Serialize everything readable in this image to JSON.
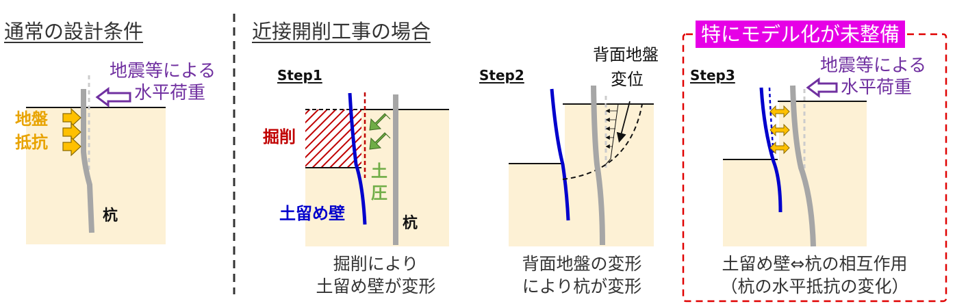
{
  "left_section": {
    "heading": "通常の設計条件",
    "load_label": [
      "地震等による",
      "水平荷重"
    ],
    "resistance_label": [
      "地盤",
      "抵抗"
    ],
    "pile_label": "杭"
  },
  "right_section": {
    "heading": "近接開削工事の場合",
    "highlight_badge": "特にモデル化が未整備",
    "step1": {
      "label": "Step1",
      "excavation_label": "掘削",
      "earth_pressure_label": [
        "土",
        "圧"
      ],
      "wall_label": "土留め壁",
      "pile_label": "杭",
      "caption": [
        "掘削により",
        "土留め壁が変形"
      ]
    },
    "step2": {
      "label": "Step2",
      "ground_disp_label": [
        "背面地盤",
        "変位"
      ],
      "caption": [
        "背面地盤の変形",
        "により杭が変形"
      ]
    },
    "step3": {
      "label": "Step3",
      "load_label": [
        "地震等による",
        "水平荷重"
      ],
      "caption": [
        "土留め壁⇔杭の相互作用",
        "（杭の水平抵抗の変化）"
      ]
    }
  },
  "colors": {
    "ground": "#FDF1D5",
    "pile": "#A6A6A6",
    "wall": "#0000CC",
    "excavation": "#C00000",
    "earth_pressure": "#70AD47",
    "resistance": "#FFC000",
    "load": "#7030A0",
    "highlight": "#E600E6",
    "step3_border": "#E00000"
  }
}
